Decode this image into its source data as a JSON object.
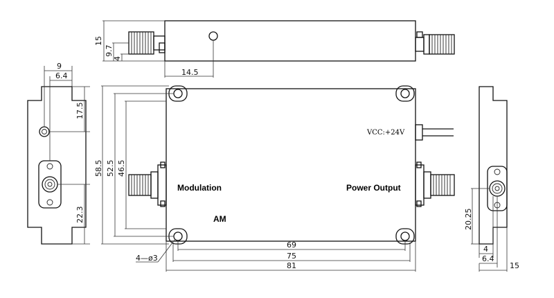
{
  "labels": {
    "vcc": "VCC:+24V",
    "modulation": "Modulation",
    "power_output": "Power Output",
    "am": "AM"
  },
  "dimensions": {
    "top_height": "15",
    "top_conn_center": "9.7",
    "top_conn_offset": "4",
    "top_hole_pos": "14.5",
    "left_hole_offset": "9",
    "left_conn_offset": "6.4",
    "left_hole_height": "17.5",
    "left_conn_height": "22.3",
    "body_height_total": "58.5",
    "body_height_mid": "52.5",
    "body_height_inner": "46.5",
    "hole_pitch": "69",
    "body_width": "75",
    "flange_width": "81",
    "mount_holes": "4—ø3",
    "right_conn_height": "20.25",
    "right_conn_offset_a": "4",
    "right_conn_offset_b": "6.4",
    "right_width": "15"
  },
  "colors": {
    "line": "#111111",
    "background": "#ffffff"
  }
}
